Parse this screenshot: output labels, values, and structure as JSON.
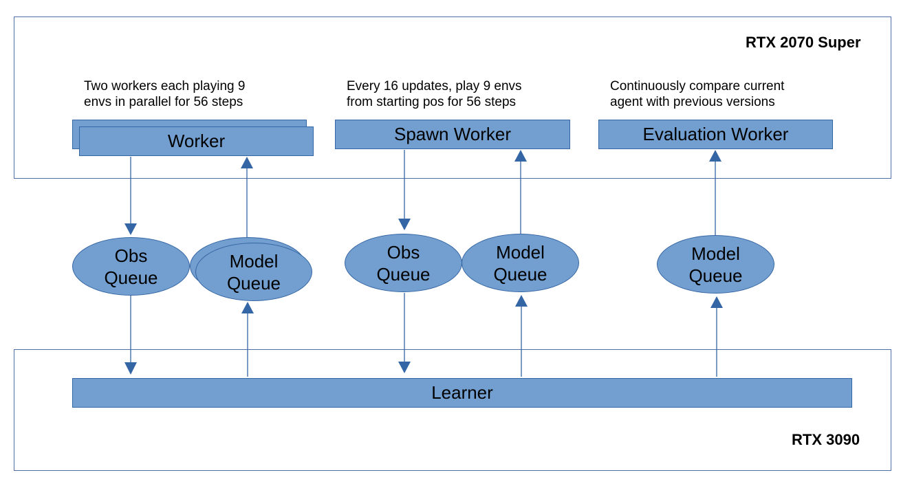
{
  "regions": {
    "top": {
      "label": "RTX 2070 Super"
    },
    "bottom": {
      "label": "RTX 3090"
    }
  },
  "captions": {
    "worker": [
      "Two workers each playing 9",
      "envs in parallel for 56 steps"
    ],
    "spawn": [
      "Every 16 updates, play 9 envs",
      "from starting pos for 56 steps"
    ],
    "eval": [
      "Continuously compare current",
      "agent with previous versions"
    ]
  },
  "boxes": {
    "worker": "Worker",
    "spawn_worker": "Spawn Worker",
    "evaluation_worker": "Evaluation Worker",
    "learner": "Learner"
  },
  "queues": {
    "obs_1": [
      "Obs",
      "Queue"
    ],
    "model_1": [
      "Model",
      "Queue"
    ],
    "obs_2": [
      "Obs",
      "Queue"
    ],
    "model_2": [
      "Model",
      "Queue"
    ],
    "model_3": [
      "Model",
      "Queue"
    ]
  },
  "colors": {
    "fill": "#729fcf",
    "stroke": "#3465a4",
    "region_border": "#4f6ea8"
  }
}
